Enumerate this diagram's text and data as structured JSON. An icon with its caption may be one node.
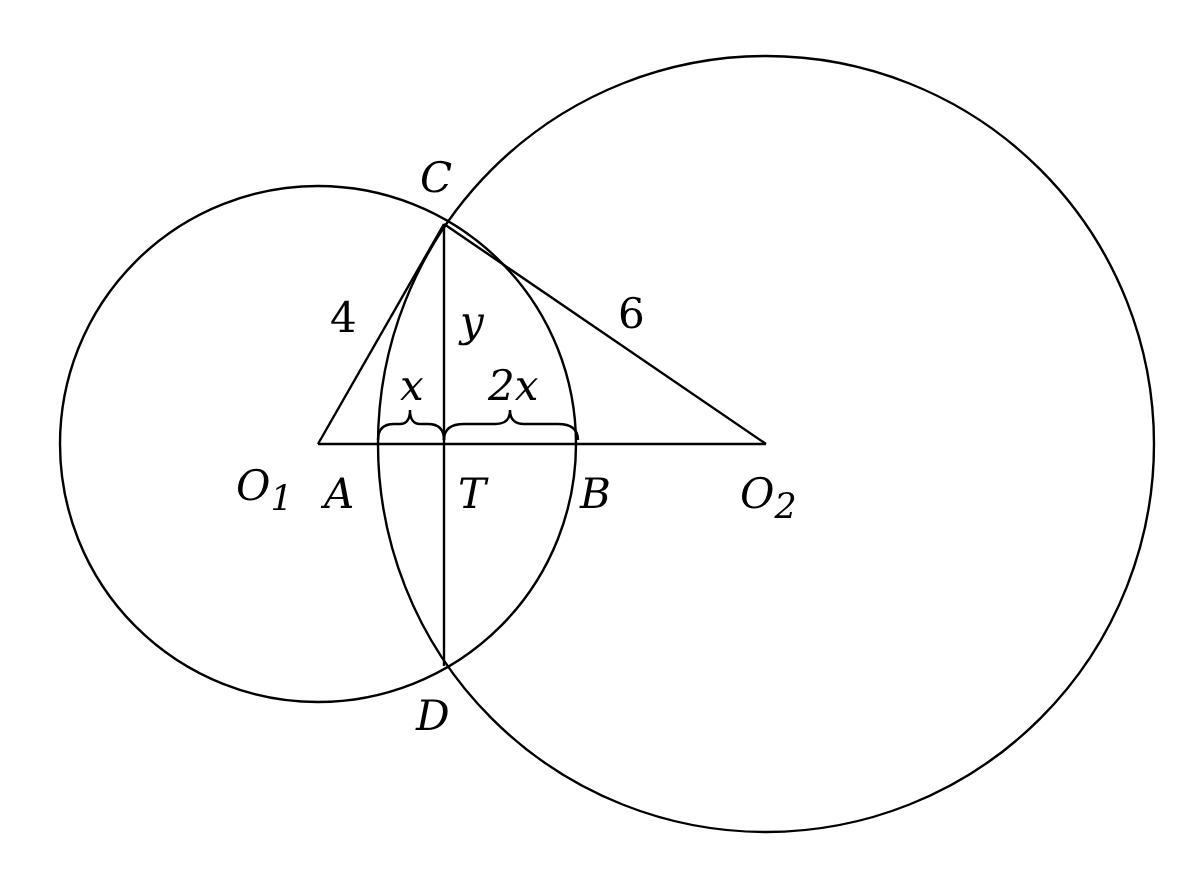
{
  "diagram": {
    "labels": [
      "C",
      "4",
      "y",
      "6",
      "x",
      "2x",
      "O$_{1}$",
      "A",
      "T",
      "B",
      "O$_{2}$",
      "D"
    ]
  }
}
